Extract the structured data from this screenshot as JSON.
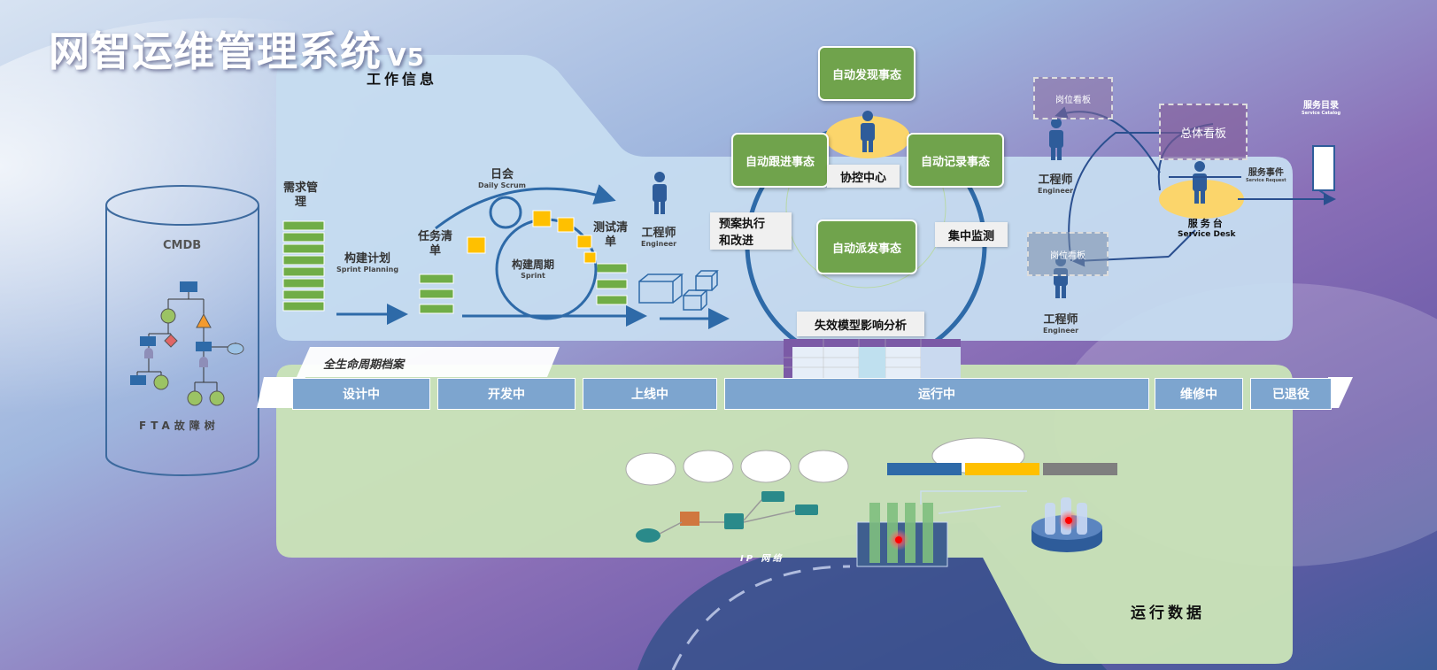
{
  "title": "网智运维管理系统",
  "version": "V5",
  "work_info": {
    "label": "工作信息"
  },
  "run_data": {
    "label": "运行数据"
  },
  "cmdb": {
    "label": "CMDB",
    "fta_label": "FTA故障树"
  },
  "agile": {
    "requirements": "需求管\n理",
    "build_plan": "构建计划",
    "build_plan_en": "Sprint Planning",
    "daily": "日会",
    "daily_en": "Daily Scrum",
    "task_list": "任务清\n单",
    "sprint": "构建周期",
    "sprint_en": "Sprint",
    "test_list": "测试清\n单",
    "engineer": "工程师",
    "engineer_en": "Engineer"
  },
  "ops": {
    "discover": "自动发现事态",
    "follow": "自动跟进事态",
    "record": "自动记录事态",
    "dispatch": "自动派发事态",
    "center": "协控中心",
    "plan": "预案执行\n和改进",
    "monitor": "集中监测",
    "fmea": "失效模型影响分析"
  },
  "service": {
    "post_board_1": "岗位看板",
    "post_board_2": "岗位看板",
    "master_board": "总体看板",
    "catalog": "服务目录",
    "catalog_en": "Service Catalog",
    "event": "服务事件",
    "event_en": "Service Request",
    "desk": "服务台",
    "desk_en": "Service Desk",
    "engineer": "工程师",
    "engineer_en": "Engineer"
  },
  "lifecycle": {
    "label": "全生命周期档案",
    "phases": [
      "设计中",
      "开发中",
      "上线中",
      "运行中",
      "维修中",
      "已退役"
    ]
  },
  "network": {
    "label": "IP 网络"
  }
}
